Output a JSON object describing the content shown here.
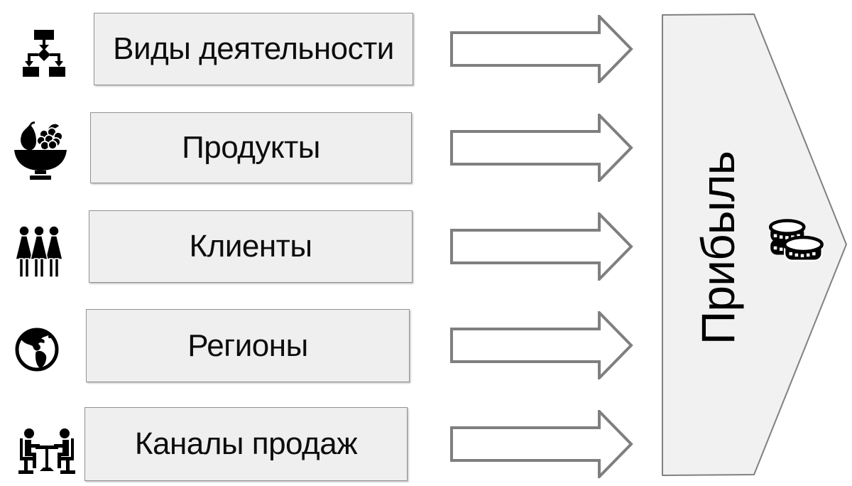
{
  "diagram": {
    "factors": [
      {
        "label": "Виды деятельности",
        "icon": "org-chart-icon"
      },
      {
        "label": "Продукты",
        "icon": "fruit-bowl-icon"
      },
      {
        "label": "Клиенты",
        "icon": "people-group-icon"
      },
      {
        "label": "Регионы",
        "icon": "globe-icon"
      },
      {
        "label": "Каналы продаж",
        "icon": "meeting-table-icon"
      }
    ],
    "result": {
      "label": "Прибыль",
      "icon": "coins-icon"
    },
    "colors": {
      "box_fill": "#efefef",
      "box_border": "#929292",
      "arrow_fill": "#ffffff",
      "arrow_stroke": "#7f7f7f",
      "pentagon_fill": "#f1f1f1",
      "pentagon_border": "#808080",
      "text": "#000000",
      "icon": "#000000"
    }
  }
}
